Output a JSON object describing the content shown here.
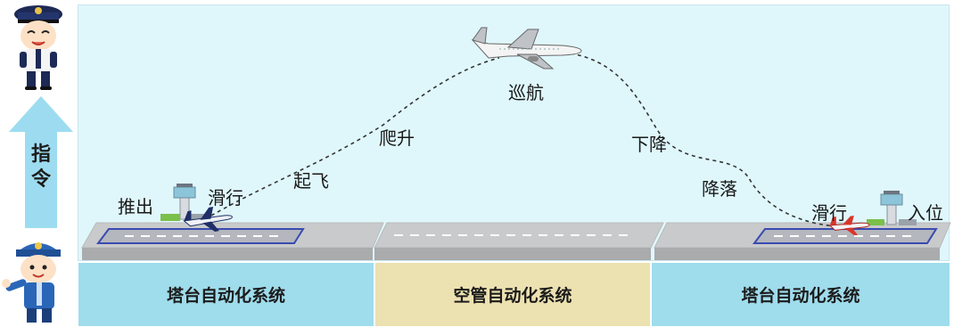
{
  "command": {
    "text_line1": "指",
    "text_line2": "令",
    "arrow_color": "#9ddcf0"
  },
  "phases": {
    "pushback": "推出",
    "taxi_out": "滑行",
    "takeoff": "起飞",
    "climb": "爬升",
    "cruise": "巡航",
    "descent": "下降",
    "landing": "降落",
    "taxi_in": "滑行",
    "park": "入位"
  },
  "systems": {
    "left": "塔台自动化系统",
    "middle": "空管自动化系统",
    "right": "塔台自动化系统"
  },
  "colors": {
    "sky": "#dff7fb",
    "tower_band": "#9fdcec",
    "atc_band": "#ece1b0",
    "runway_platform": "#c9cacb",
    "runway_surface": "#b4b7bd",
    "runway_border": "#3a4bb0"
  }
}
